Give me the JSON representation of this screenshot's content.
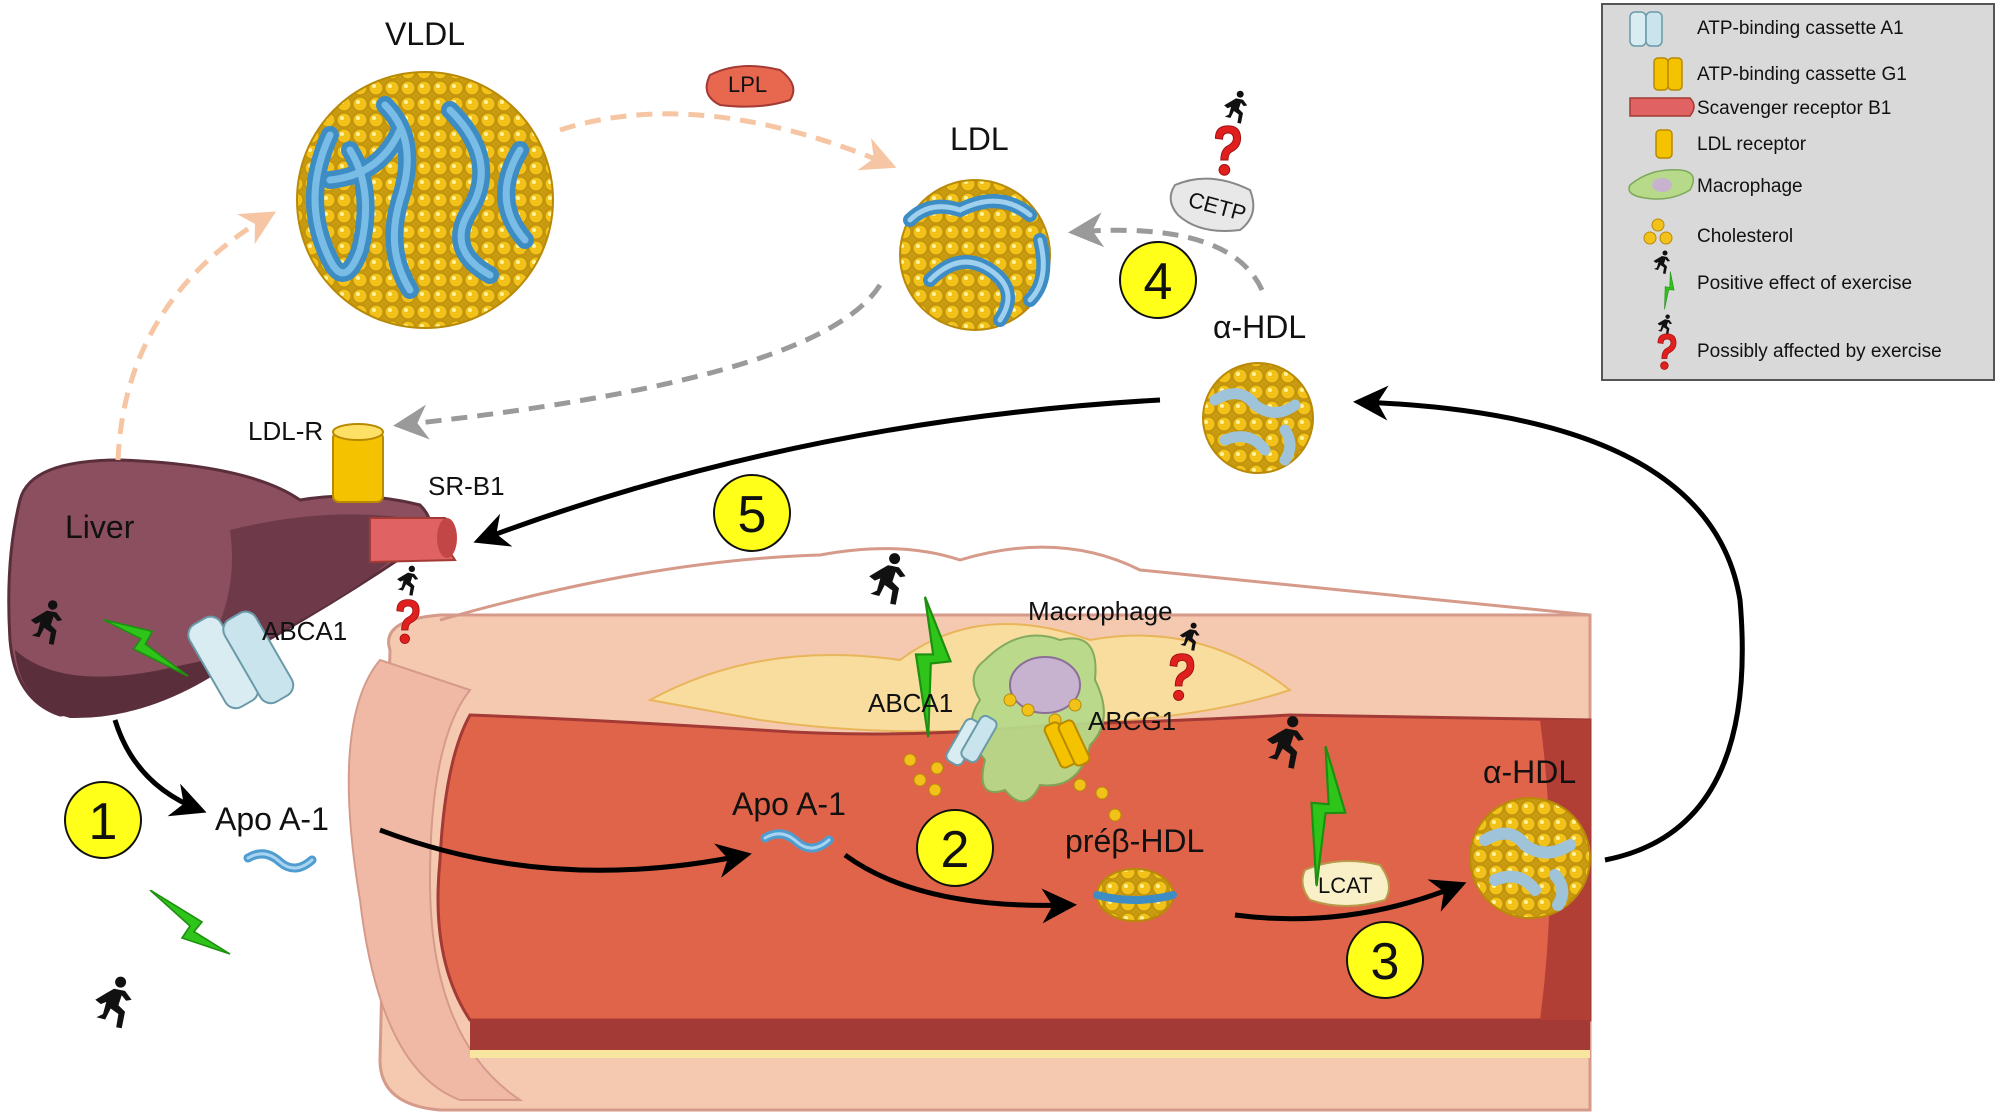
{
  "labels": {
    "vldl": "VLDL",
    "ldl": "LDL",
    "lpl": "LPL",
    "cetp": "CETP",
    "alpha_hdl_top": "α-HDL",
    "alpha_hdl_artery": "α-HDL",
    "liver": "Liver",
    "ldl_r": "LDL-R",
    "sr_b1": "SR-B1",
    "abca1_liver": "ABCA1",
    "abca1_macrophage": "ABCA1",
    "abcg1_macrophage": "ABCG1",
    "macrophage": "Macrophage",
    "apo_a1_left": "Apo A-1",
    "apo_a1_artery": "Apo A-1",
    "pre_beta_hdl": "préβ-HDL",
    "lcat": "LCAT"
  },
  "steps": [
    "1",
    "2",
    "3",
    "4",
    "5"
  ],
  "legend": {
    "items": [
      {
        "icon": "abca1-cassette-icon",
        "label": "ATP-binding cassette A1"
      },
      {
        "icon": "abcg1-cassette-icon",
        "label": "ATP-binding cassette G1"
      },
      {
        "icon": "scavenger-receptor-icon",
        "label": "Scavenger receptor B1"
      },
      {
        "icon": "ldl-receptor-icon",
        "label": "LDL receptor"
      },
      {
        "icon": "macrophage-icon",
        "label": "Macrophage"
      },
      {
        "icon": "cholesterol-icon",
        "label": "Cholesterol"
      },
      {
        "icon": "positive-exercise-icon",
        "label": "Positive effect of exercise"
      },
      {
        "icon": "possible-exercise-icon",
        "label": "Possibly affected by exercise"
      }
    ]
  },
  "colors": {
    "liver": "#8b4f5f",
    "artery_wall": "#f5c9b0",
    "lumen": "#e0644a",
    "plaque": "#f8dd9e",
    "cholesterol": "#f2c21a",
    "apo": "#4f9cd0",
    "exercise_bolt": "#2fc41a",
    "question": "#e0201e",
    "step_badge": "#ffff1a",
    "flow_black": "#000000",
    "flow_grey": "#9a9a9a",
    "flow_peach": "#f6c6a4"
  }
}
